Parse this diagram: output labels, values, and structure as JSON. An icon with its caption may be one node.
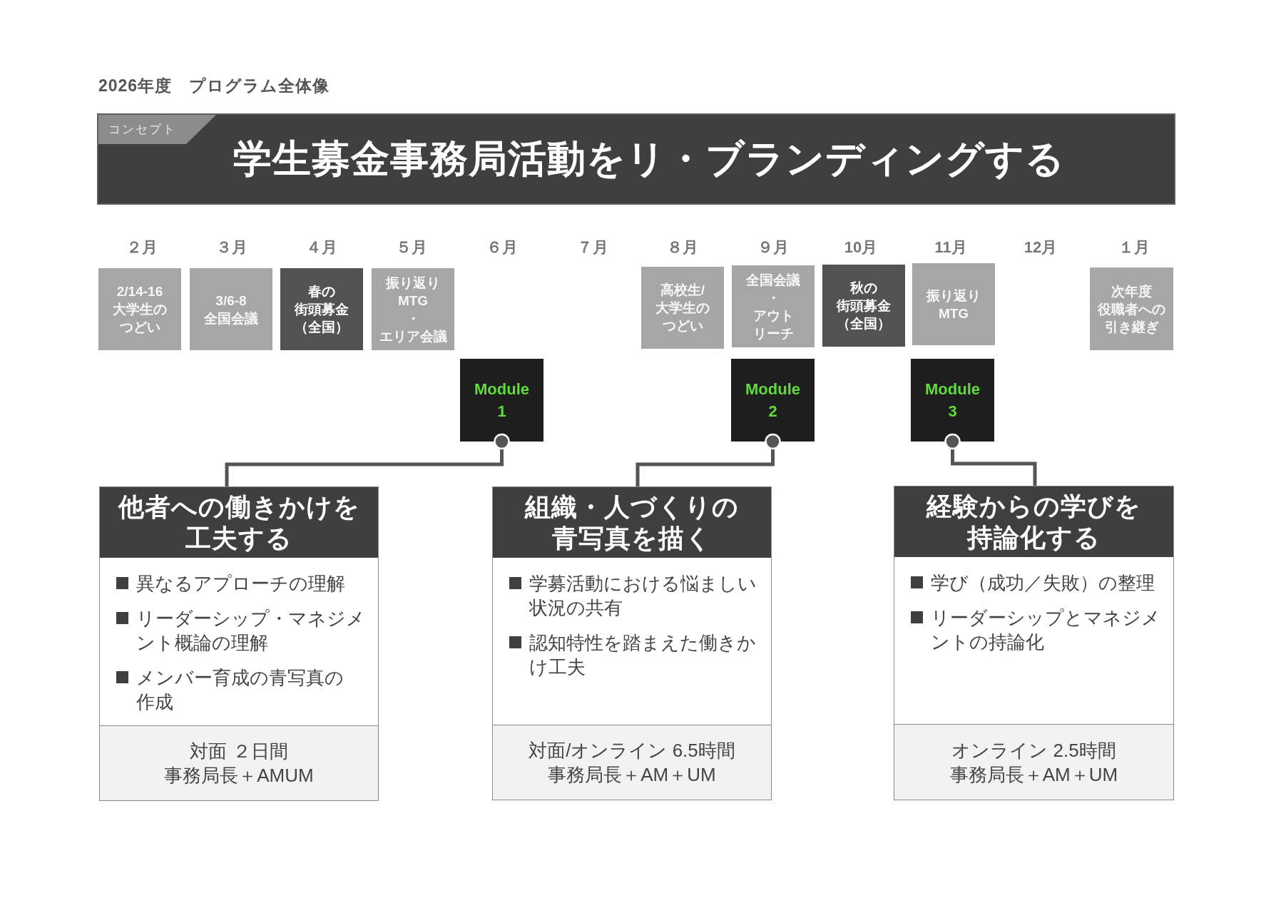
{
  "diagram": {
    "title": "2026年度　プログラム全体像",
    "nodes": [
      {
        "text": [
          "学生募金事務局活動をリ・ブランディングする"
        ]
      },
      {
        "text": [
          "コンセプト"
        ],
        "in": 0
      },
      {
        "text": [
          "2/14-16大学生のつどい"
        ]
      },
      {
        "text": [
          "3/6-8全国会議"
        ]
      },
      {
        "text": [
          "春の街頭募金（全国）"
        ]
      },
      {
        "text": [
          "振り返りMTG・エリア会議"
        ]
      },
      {
        "text": [
          "高校生/大学生のつどい"
        ]
      },
      {
        "text": [
          "全国会議・アウトリーチ"
        ]
      },
      {
        "text": [
          "秋の街頭募金（全国）"
        ]
      },
      {
        "text": [
          "振り返りMTG"
        ]
      },
      {
        "text": [
          "次年度役職者への引き継ぎ"
        ]
      },
      {
        "text": [
          "Module 1"
        ]
      },
      {
        "text": [
          "Module 2"
        ]
      },
      {
        "text": [
          "Module 3"
        ]
      },
      {
        "text": [
          "他者への働きかけを工夫する",
          "異なるアプローチの理解",
          "リーダーシップ・マネジメント概論の理解",
          "メンバー育成の青写真の作成"
        ]
      },
      {
        "text": [
          "対面 ２日間",
          "事務局長＋AMUM"
        ],
        "in": 14
      },
      {
        "text": [
          "組織・人づくりの青写真を描く",
          "学募活動における悩ましい状況の共有",
          "認知特性を踏まえた働きかけ工夫"
        ]
      },
      {
        "text": [
          "対面/オンライン 6.5時間",
          "事務局長＋AM＋UM"
        ],
        "in": 16
      },
      {
        "text": [
          "経験からの学びを持論化する",
          "学び（成功／失敗）の整理",
          "リーダーシップとマネジメントの持論化"
        ]
      },
      {
        "text": [
          "オンライン 2.5時間",
          "事務局長＋AM＋UM"
        ],
        "in": 18
      }
    ],
    "edges": [
      {
        "from": 11,
        "to": 14,
        "arrow": "other"
      },
      {
        "from": 12,
        "to": 16,
        "arrow": "other"
      },
      {
        "from": 13,
        "to": 18,
        "arrow": "other"
      }
    ],
    "labels": [
      "２月",
      "３月",
      "４月",
      "５月",
      "６月",
      "７月",
      "８月",
      "９月",
      "10月",
      "11月",
      "12月",
      "１月"
    ]
  }
}
